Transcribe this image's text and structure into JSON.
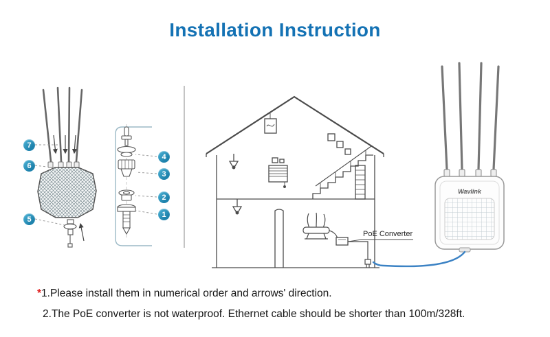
{
  "title": "Installation Instruction",
  "callouts": [
    "1",
    "2",
    "3",
    "4",
    "5",
    "6",
    "7"
  ],
  "labels": {
    "poe_converter": "PoE Converter",
    "brand": "Wavlink"
  },
  "notes": {
    "star": "*",
    "line1": "1.Please install them in numerical order and arrows' direction.",
    "line2": "2.The PoE converter is not waterproof. Ethernet cable should be shorter than 100m/328ft."
  },
  "colors": {
    "title_blue": "#1472b4",
    "badge_teal": "#2e9cc0",
    "asterisk_red": "#e01f1f",
    "cable_blue": "#3b82c4",
    "line_grey": "#4a4a4a"
  }
}
